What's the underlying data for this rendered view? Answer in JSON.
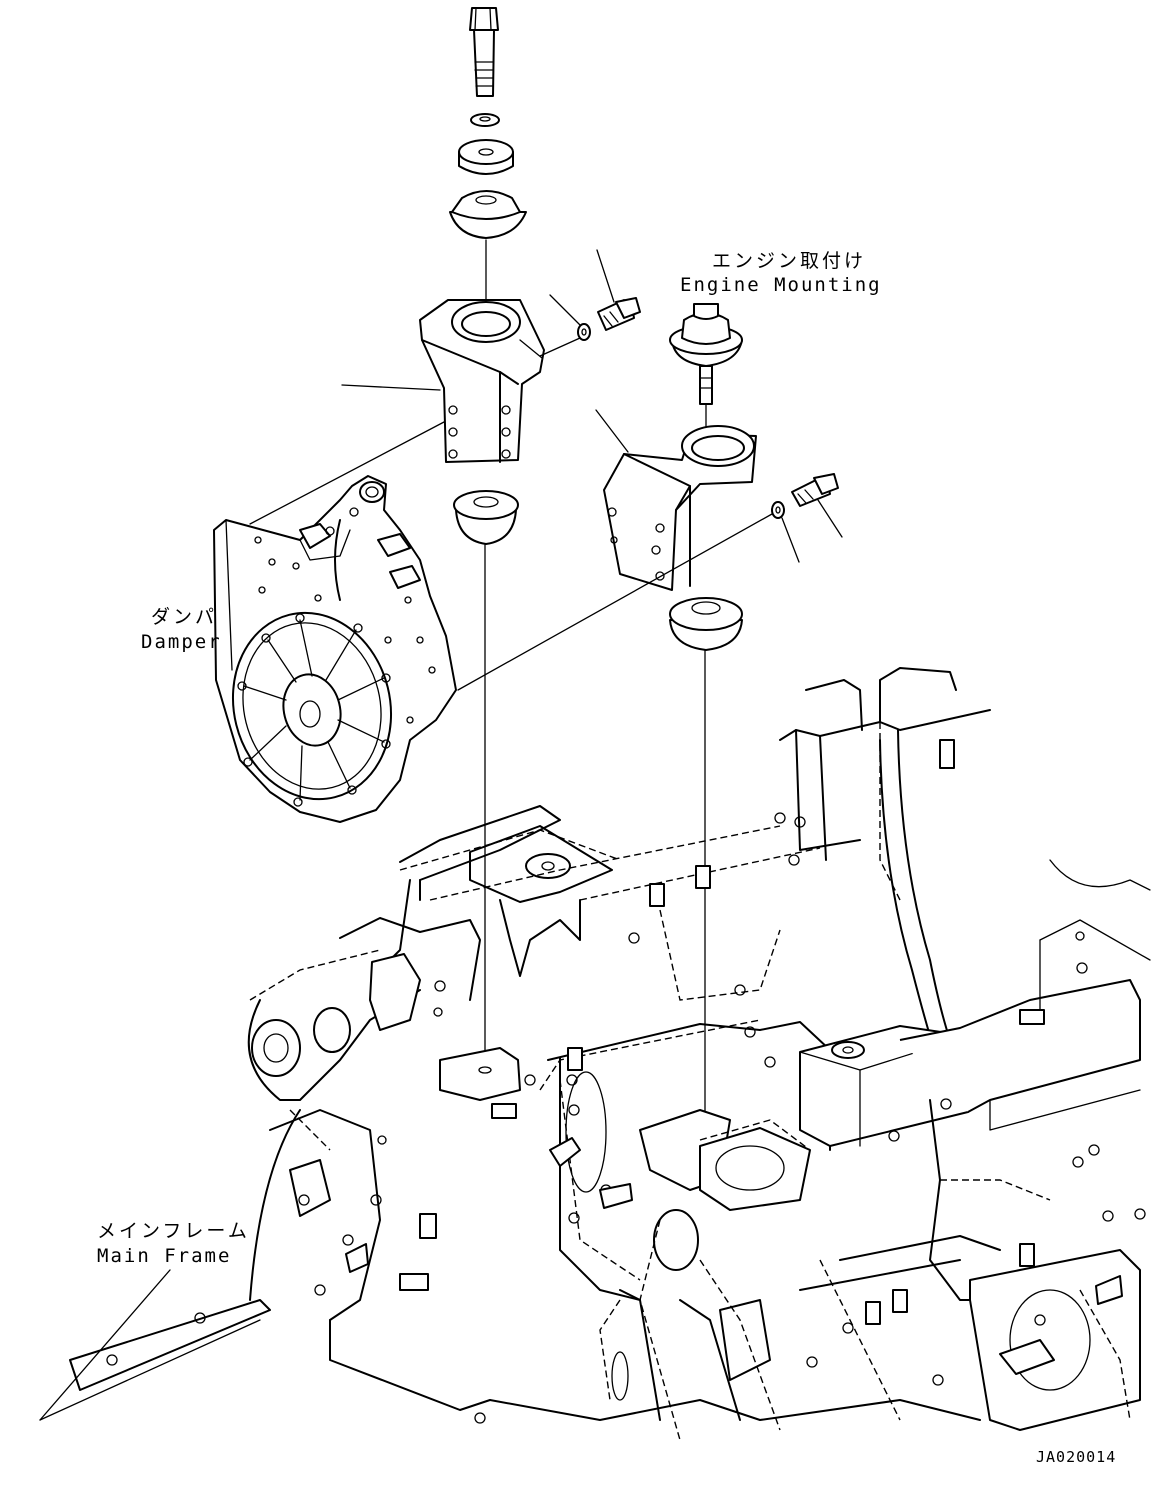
{
  "labels": {
    "engine_mounting_jp": "エンジン取付け",
    "engine_mounting_en": "Engine Mounting",
    "damper_jp": "ダンパ",
    "damper_en": "Damper",
    "main_frame_jp": "メインフレーム",
    "main_frame_en": "Main Frame"
  },
  "drawing_code": "JA020014"
}
